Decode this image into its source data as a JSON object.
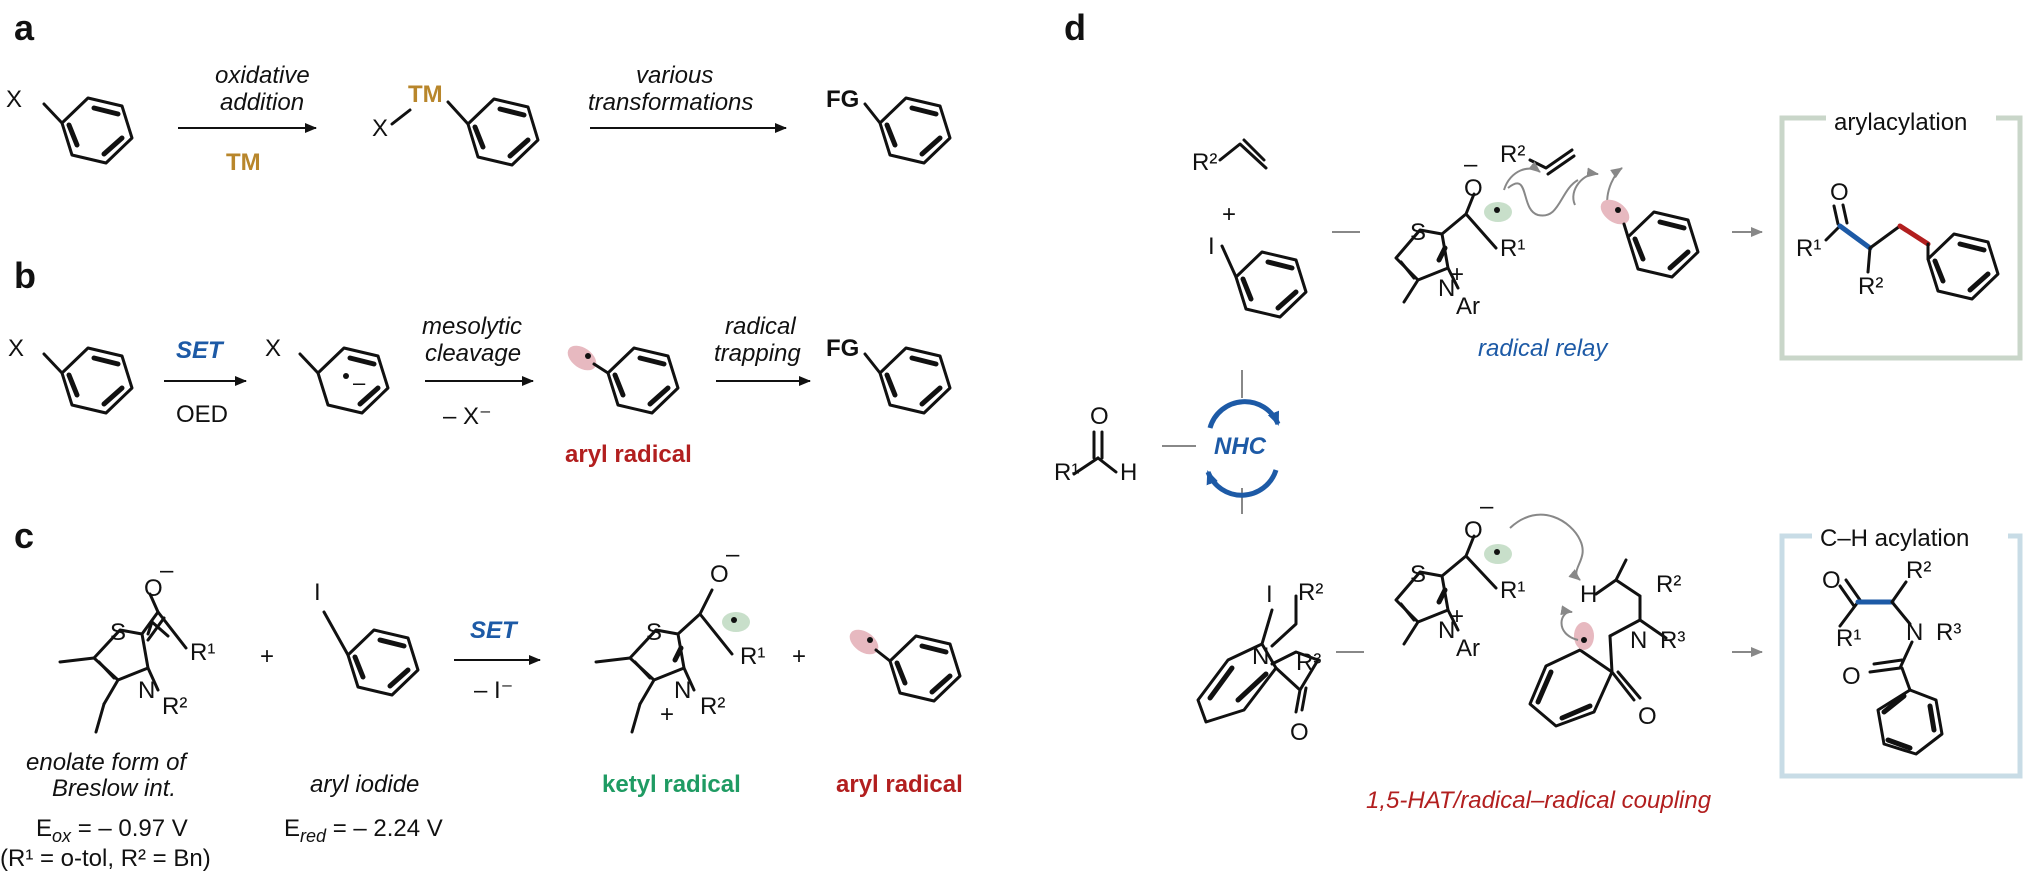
{
  "panels": {
    "a": "a",
    "b": "b",
    "c": "c",
    "d": "d"
  },
  "panel_a": {
    "x_label": "X",
    "step1_line1": "oxidative",
    "step1_line2": "addition",
    "step1_reagent": "TM",
    "int_tm": "TM",
    "int_x": "X",
    "step2_line1": "various",
    "step2_line2": "transformations",
    "product_fg": "FG"
  },
  "panel_b": {
    "x_label": "X",
    "step1_top": "SET",
    "step1_bottom": "OED",
    "int_x": "X",
    "step2_line1": "mesolytic",
    "step2_line2": "cleavage",
    "step2_bottom": "– X⁻",
    "aryl_radical": "aryl radical",
    "step3_line1": "radical",
    "step3_line2": "trapping",
    "product_fg": "FG"
  },
  "panel_c": {
    "enolate_line1": "enolate form of",
    "enolate_line2": "Breslow int.",
    "e_ox": "E",
    "e_ox_sub": "ox",
    "e_ox_value": " = – 0.97 V",
    "conditions": "(R¹ = o-tol, R² = Bn)",
    "plus1": "+",
    "aryl_iodide_label": "aryl iodide",
    "e_red": "E",
    "e_red_sub": "red",
    "e_red_value": " = – 2.24 V",
    "arrow_top": "SET",
    "arrow_bottom": "– I⁻",
    "ketyl_radical": "ketyl radical",
    "plus2": "+",
    "aryl_radical": "aryl radical",
    "atoms": {
      "S": "S",
      "N": "N",
      "O": "O",
      "I": "I",
      "R1": "R¹",
      "R2": "R²",
      "minus": "–",
      "plus": "+"
    }
  },
  "panel_d": {
    "top_box_title": "arylacylation",
    "bottom_box_title": "C–H acylation",
    "radical_relay": "radical relay",
    "hat_label": "1,5-HAT/radical–radical coupling",
    "nhc": "NHC",
    "plus": "+",
    "atoms": {
      "S": "S",
      "N": "N",
      "O": "O",
      "I": "I",
      "H": "H",
      "Ar": "Ar",
      "R1": "R¹",
      "R2": "R²",
      "R3": "R³",
      "minus": "–",
      "plus": "+"
    }
  },
  "colors": {
    "gold": "#b8862b",
    "blue": "#1d5aa6",
    "red": "#b21f1f",
    "green": "#1f9b63",
    "box_green": "#c9d6c9",
    "box_blue": "#c8dce6",
    "ketyl_lobe": "#c8dfca",
    "aryl_lobe": "#e7b9c0"
  }
}
